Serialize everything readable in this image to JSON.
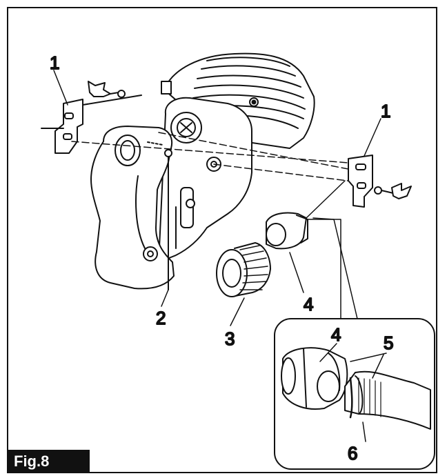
{
  "figure": {
    "label": "Fig.8"
  },
  "callouts": {
    "c1_left": "1",
    "c1_right": "1",
    "c2": "2",
    "c3": "3",
    "c4": "4",
    "c4_inset": "4",
    "c5": "5",
    "c6": "6"
  },
  "colors": {
    "ink": "#111111",
    "paper": "#ffffff"
  }
}
